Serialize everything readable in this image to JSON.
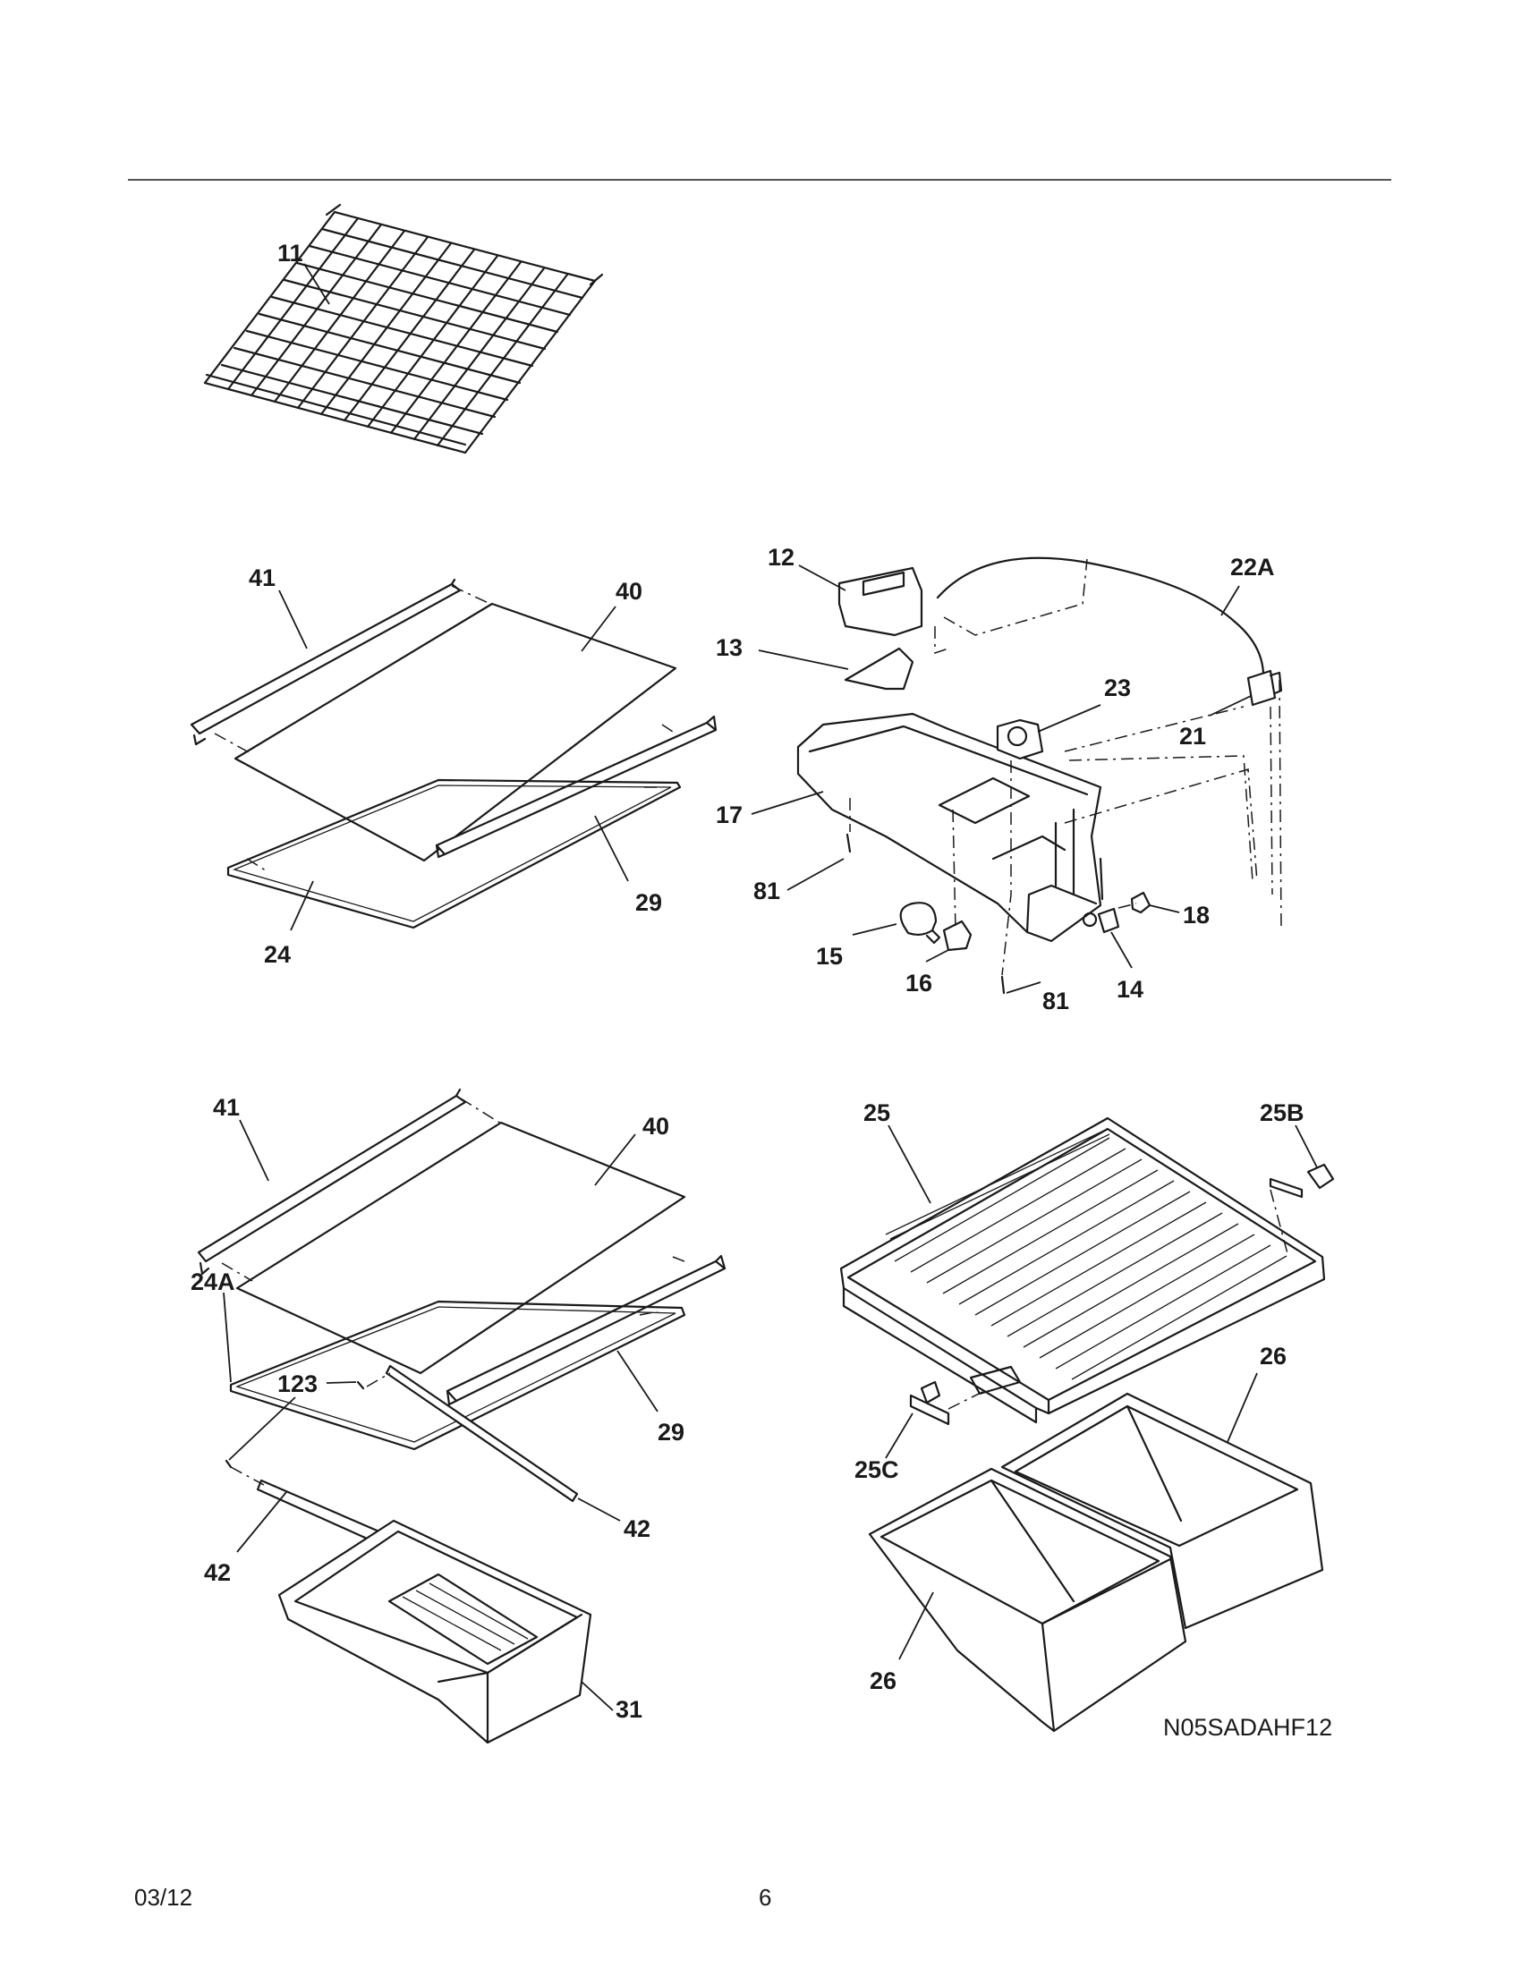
{
  "labels": {
    "p11": "11",
    "p41a": "41",
    "p40a": "40",
    "p29a": "29",
    "p24": "24",
    "p12": "12",
    "p13": "13",
    "p22A": "22A",
    "p23": "23",
    "p21": "21",
    "p17": "17",
    "p81a": "81",
    "p15": "15",
    "p16": "16",
    "p81b": "81",
    "p14": "14",
    "p18": "18",
    "p41b": "41",
    "p40b": "40",
    "p24A": "24A",
    "p123": "123",
    "p29b": "29",
    "p42a": "42",
    "p42b": "42",
    "p31": "31",
    "p25": "25",
    "p25B": "25B",
    "p26a": "26",
    "p25C": "25C",
    "p26b": "26"
  },
  "diagram_code": "N05SADAHF12",
  "footer": {
    "date": "03/12",
    "page": "6"
  }
}
